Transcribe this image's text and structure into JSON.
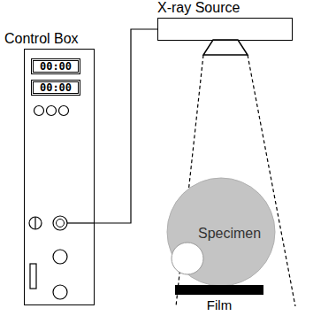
{
  "diagram": {
    "nodes": [
      {
        "text": [
          "X-ray Source"
        ]
      },
      {
        "text": [
          "Control Box"
        ]
      },
      {
        "text": [
          "00:00"
        ],
        "in": 1
      },
      {
        "text": [
          "00:00"
        ],
        "in": 1
      },
      {
        "text": [
          "Specimen"
        ]
      },
      {
        "text": [
          "Film"
        ]
      }
    ],
    "edges": [
      {
        "from": 1,
        "to": 0,
        "arrow": "none"
      }
    ]
  }
}
